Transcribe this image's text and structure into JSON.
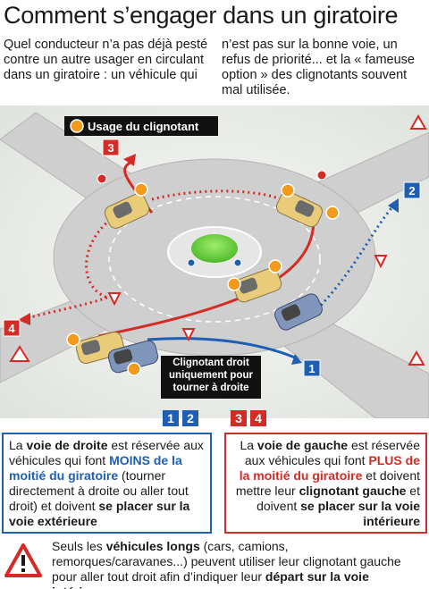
{
  "header": {
    "title": "Comment s’engager dans un giratoire",
    "intro_left": "Quel conducteur n’a pas déjà pesté contre un autre usager en circulant dans un giratoire : un véhicule qui",
    "intro_right": "n’est pas sur la bonne voie, un refus de priorité... et la « fameuse option » des clignotants souvent mal utilisée."
  },
  "illustration": {
    "legend_label": "Usage du clignotant",
    "callout_label": "Clignotant droit uniquement pour tourner à droite",
    "route_numbers": [
      "1",
      "2",
      "3",
      "4"
    ],
    "colors": {
      "blue": "#1e5fb4",
      "red": "#d42b26",
      "road": "#c9c9c9",
      "grass": "#e8ebe6",
      "island": "#6fd23e"
    }
  },
  "lanes": {
    "right_numbers": [
      "1",
      "2"
    ],
    "left_numbers": [
      "3",
      "4"
    ],
    "right_box": {
      "p1": "La ",
      "p2": "voie de droite",
      "p3": " est réservée aux véhicules qui font ",
      "p4": "MOINS de la moitié du giratoire",
      "p5": " (tourner directement à droite ou aller tout droit) et doivent ",
      "p6": "se placer sur la voie extérieure"
    },
    "left_box": {
      "p1": "La ",
      "p2": "voie de gauche",
      "p3": " est réservée aux véhicules qui font ",
      "p4": "PLUS de la moitié du giratoire",
      "p5": " et doivent mettre leur ",
      "p6": "clignotant gauche",
      "p7": " et doivent ",
      "p8": "se placer sur la voie intérieure"
    }
  },
  "warning": {
    "p1": "Seuls les ",
    "p2": "véhicules longs",
    "p3": " (cars, camions, remorques/caravanes...) peuvent utiliser leur clignotant gauche pour aller tout droit afin d’indiquer leur ",
    "p4": "départ sur la voie intérieure",
    "p5": "."
  }
}
